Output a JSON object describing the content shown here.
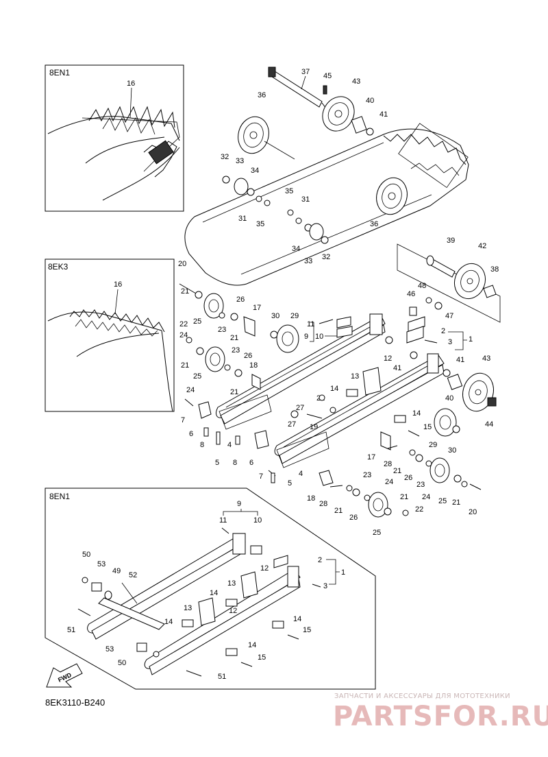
{
  "figure_code": "8EK3110-B240",
  "inset_top": {
    "model": "8EN1",
    "callout": "16"
  },
  "inset_middle": {
    "model": "8EK3",
    "callout": "16"
  },
  "inset_bottom": {
    "model": "8EN1"
  },
  "fwd_label": "FWD",
  "watermark": {
    "caption": "ЗАПЧАСТИ И АКСЕССУАРЫ ДЛЯ МОТОТЕХНИКИ",
    "logo": "PARTSFOR.RU"
  },
  "callouts": {
    "c37": "37",
    "c45": "45",
    "c43a": "43",
    "c40a": "40",
    "c41a": "41",
    "c36a": "36",
    "c32a": "32",
    "c33a": "33",
    "c34a": "34",
    "c31a": "31",
    "c35a": "35",
    "c35b": "35",
    "c31b": "31",
    "c34b": "34",
    "c33b": "33",
    "c32b": "32",
    "c36b": "36",
    "c39": "39",
    "c42": "42",
    "c38": "38",
    "c48": "48",
    "c46": "46",
    "c47": "47",
    "c2a": "2",
    "c3a": "3",
    "c1a": "1",
    "c20a": "20",
    "c21a": "21",
    "c26a": "26",
    "c17a": "17",
    "c25a": "25",
    "c24a": "24",
    "c23a": "23",
    "c21b": "21",
    "c22a": "22",
    "c30a": "30",
    "c29a": "29",
    "c11a": "11",
    "c9a": "9",
    "c10a": "10",
    "c21c": "21",
    "c23b": "23",
    "c26b": "26",
    "c25b": "25",
    "c18a": "18",
    "c24b": "24",
    "c21d": "21",
    "c12a": "12",
    "c41b": "41",
    "c43b": "43",
    "c13a": "13",
    "c14a": "14",
    "c22b": "22",
    "c40b": "40",
    "c44": "44",
    "c7a": "7",
    "c6a": "6",
    "c8a": "8",
    "c5a": "5",
    "c27a": "27",
    "c27b": "27",
    "c19": "19",
    "c14b": "14",
    "c15a": "15",
    "c29b": "29",
    "c30b": "30",
    "c4a": "4",
    "c8b": "8",
    "c6b": "6",
    "c7b": "7",
    "c4b": "4",
    "c5b": "5",
    "c17b": "17",
    "c28a": "28",
    "c21e": "21",
    "c26c": "26",
    "c23c": "23",
    "c24c": "24",
    "c18b": "18",
    "c28b": "28",
    "c21f": "21",
    "c26d": "26",
    "c25c": "25",
    "c23d": "23",
    "c24d": "24",
    "c25d": "25",
    "c21g": "21",
    "c20b": "20",
    "c22c": "22",
    "c21h": "21",
    "b9": "9",
    "b11": "11",
    "b10": "10",
    "b2": "2",
    "b1": "1",
    "b3": "3",
    "b50a": "50",
    "b53a": "53",
    "b49": "49",
    "b52": "52",
    "b12a": "12",
    "b13a": "13",
    "b14a": "14",
    "b12b": "12",
    "b13b": "13",
    "b14b": "14",
    "b15a": "15",
    "b14c": "14",
    "b51a": "51",
    "b53b": "53",
    "b50b": "50",
    "b14d": "14",
    "b15b": "15",
    "b51b": "51"
  }
}
